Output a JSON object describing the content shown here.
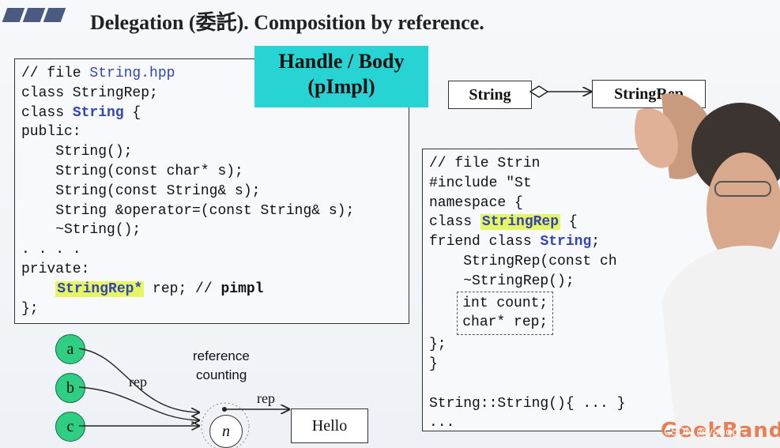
{
  "title": "Delegation (委託). Composition by reference.",
  "handle_body": {
    "line1": "Handle / Body",
    "line2": "(pImpl)"
  },
  "left_code": {
    "l1_prefix": "// file ",
    "l1_file": "String.hpp",
    "l2": "class StringRep;",
    "l3_prefix": "class ",
    "l3_kw": "String",
    "l3_suffix": " {",
    "l4": "public:",
    "l5": "    String();",
    "l6": "    String(const char* s);",
    "l7": "    String(const String& s);",
    "l8": "    String &operator=(const String& s);",
    "l9": "    ~String();",
    "l10": ". . . .",
    "l11": "private:",
    "l12_hl": "StringRep*",
    "l12_mid": " rep; // ",
    "l12_bold": "pimpl",
    "l13": "};"
  },
  "right_code": {
    "l1": "// file Strin",
    "l2": "#include \"St",
    "l3": "namespace {",
    "l4_prefix": "class ",
    "l4_hl": "StringRep",
    "l4_suffix": " {",
    "l5_prefix": "friend class ",
    "l5_kw": "String",
    "l5_suffix": ";",
    "l6": "    StringRep(const ch",
    "l7": "    ~StringRep();",
    "l8a": "int count;",
    "l8b": "char* rep;",
    "l9": "};",
    "l10": "}",
    "l11": "",
    "l12": "String::String(){ ... }",
    "l13": "..."
  },
  "uml": {
    "left": "String",
    "right": "StringRep"
  },
  "diagram": {
    "a": "a",
    "b": "b",
    "c": "c",
    "rep_label_left": "rep",
    "rep_label_right": "rep",
    "refcount_line1": "reference",
    "refcount_line2": "counting",
    "n": "n",
    "hello": "Hello"
  },
  "watermark": {
    "logo": "GeekBand",
    "small": "CSDN @yangpi-"
  },
  "colors": {
    "teal": "#27d3d3",
    "highlight": "#e6f562",
    "keyword": "#3344b8",
    "node": "#2fce83"
  }
}
